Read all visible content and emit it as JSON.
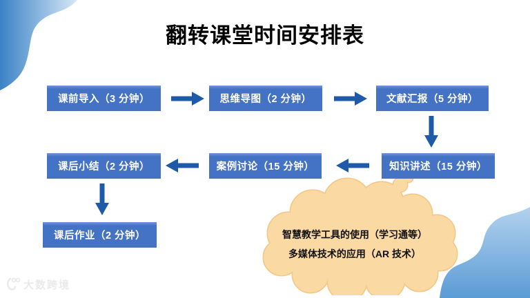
{
  "title": "翻转课堂时间安排表",
  "flow": {
    "boxes": [
      {
        "id": "pre-class-intro",
        "label": "课前导入（3 分钟）"
      },
      {
        "id": "mind-map",
        "label": "思维导图（2 分钟）"
      },
      {
        "id": "literature-report",
        "label": "文献汇报（5 分钟）"
      },
      {
        "id": "knowledge-narration",
        "label": "知识讲述（15 分钟）"
      },
      {
        "id": "case-discussion",
        "label": "案例讨论（15 分钟）"
      },
      {
        "id": "post-class-summary",
        "label": "课后小结（2 分钟）"
      },
      {
        "id": "homework",
        "label": "课后作业（2 分钟）"
      }
    ]
  },
  "cloud": {
    "lines": [
      "智慧教学工具的使用（学习通等）",
      "多媒体技术的应用（AR 技术）"
    ]
  },
  "watermark": {
    "text": "大数跨境"
  },
  "colors": {
    "box_fill": "#4472C4",
    "box_highlight": "#7397DA",
    "box_text": "#FFFFFF",
    "arrow": "#1E5AA8",
    "cloud_fill": "#FBD9A2",
    "cloud_outline": "#F3C685",
    "corner_tl_dark": "#3B82C6",
    "corner_tl_light": "#D6E8F7",
    "corner_br_top": "#B3D2EE",
    "corner_br_bottom": "#5B9BD5",
    "title_text": "#000000",
    "watermark_text": "#EAEAEA"
  }
}
